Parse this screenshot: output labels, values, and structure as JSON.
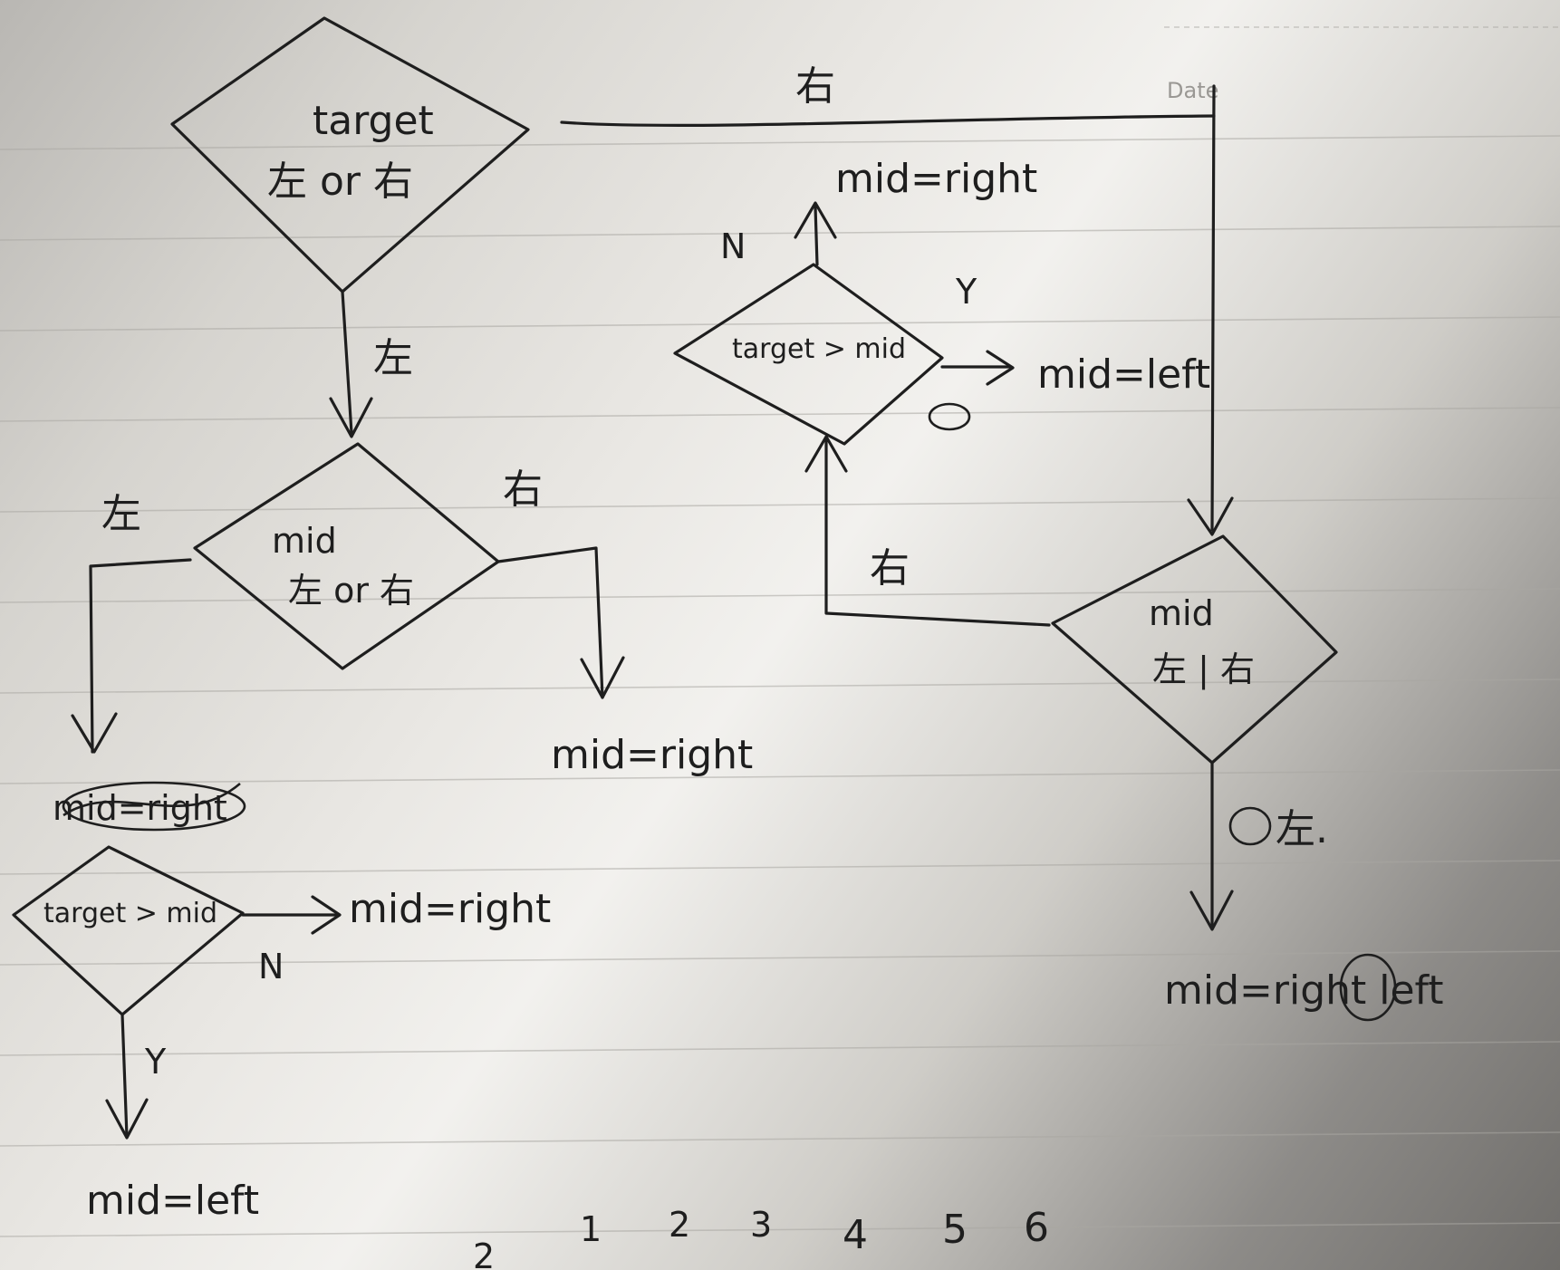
{
  "nodes": {
    "d1": {
      "line1": "target",
      "line2": "左 or 右"
    },
    "d2": {
      "line1": "mid",
      "line2": "左 or 右"
    },
    "d3": {
      "text": "target > mid"
    },
    "d4": {
      "text": "target > mid"
    },
    "d5": {
      "line1": "mid",
      "line2": "左 | 右"
    }
  },
  "outputs": {
    "top_mid_right": "mid=right",
    "upper_mid_left": "mid=left",
    "center_mid_right": "mid=right",
    "crossed_mid_right": "mid=right",
    "lower_mid_right": "mid=right",
    "bottom_mid_left": "mid=left",
    "right_bottom_mid_left": "mid=right left"
  },
  "edge_labels": {
    "top_right": "右",
    "d1_down": "左",
    "d2_left": "左",
    "d2_right": "右",
    "d5_left": "右",
    "d5_down": "左.",
    "d3_n": "N",
    "d3_y": "Y",
    "d4_n": "N",
    "d4_y": "Y"
  },
  "page_numbers": [
    "2",
    "1",
    "2",
    "3",
    "4",
    "5",
    "6"
  ],
  "header_mark": "Date",
  "icons": {
    "scribble": "scribble-icon"
  },
  "colors": {
    "ink": "#1e1e1e",
    "paper_light": "#f2f1ee",
    "paper_shadow": "#6f6d6a"
  }
}
